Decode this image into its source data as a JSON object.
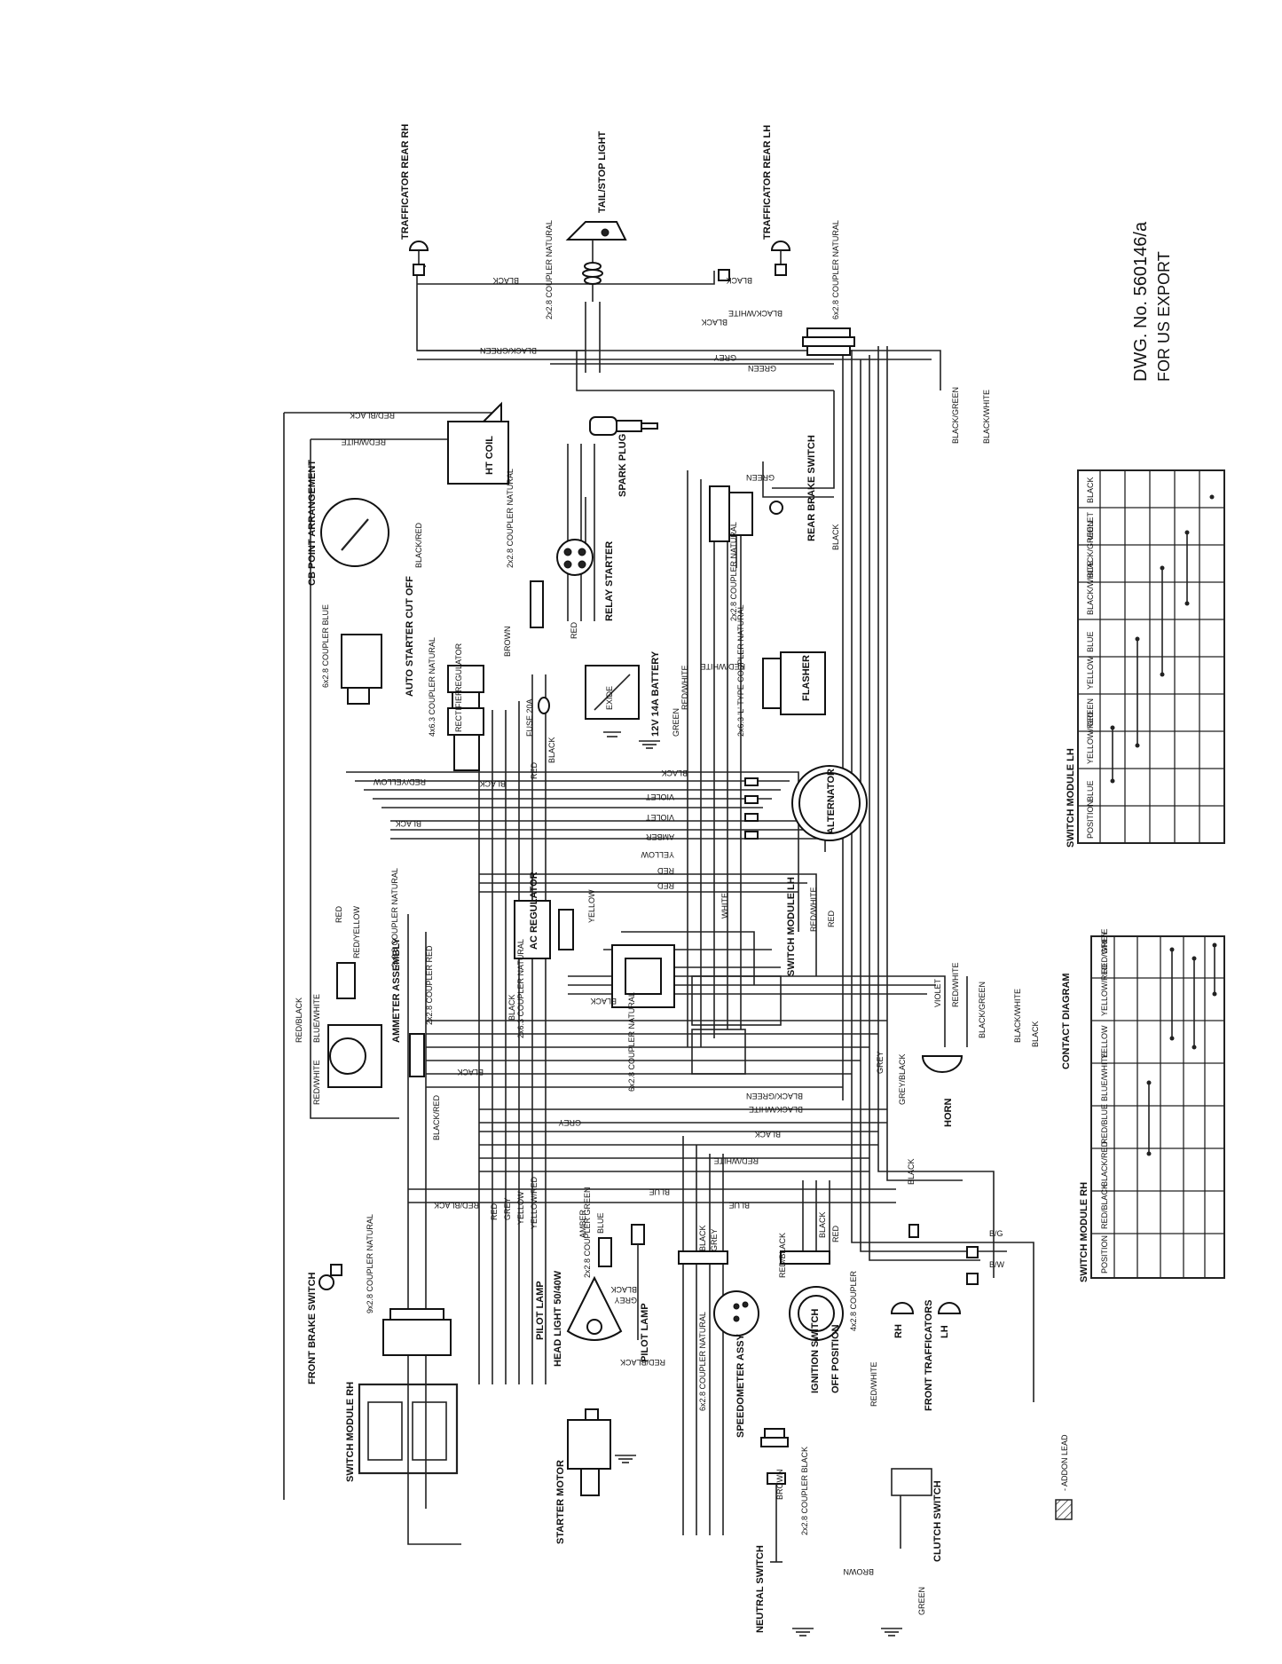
{
  "drawing": {
    "number": "DWG. No. 560146/a",
    "subtitle": "FOR US EXPORT",
    "contact_title": "CONTACT DIAGRAM",
    "legend_addon": "- ADDON LEAD"
  },
  "components": {
    "trafficator_rear_rh": "TRAFFICATOR REAR RH",
    "trafficator_rear_lh": "TRAFFICATOR REAR LH",
    "tail_stop_light": "TAIL/STOP LIGHT",
    "coupler_tail": "2x2.8 COUPLER NATURAL",
    "coupler_rear": "6x2.8 COUPLER NATURAL",
    "ht_coil": "HT COIL",
    "spark_plug": "SPARK PLUG",
    "cb_point": "CB POINT ARRANGEMENT",
    "relay_starter": "RELAY STARTER",
    "coupler_relay": "2x2.8 COUPLER NATURAL",
    "rear_brake_switch": "REAR BRAKE SWITCH",
    "coupler_rear_brake": "2x2.8 COUPLER NATURAL",
    "auto_starter_cut_off": "AUTO STARTER CUT OFF",
    "coupler_auto_starter": "6x2.8 COUPLER BLUE",
    "regulator": "REGULATOR",
    "rectifier": "RECTIFIER",
    "coupler_regulator": "4x6.3 COUPLER NATURAL",
    "battery": "12V 14A BATTERY",
    "exide": "EXIDE",
    "fuse": "FUSE 20A",
    "flasher": "FLASHER",
    "coupler_flasher": "2x6.3 'L' TYPE COUPLER NATURAL",
    "alternator": "ALTERNATOR",
    "ac_regulator": "AC REGULATOR",
    "coupler_ac_reg": "2x6.3 COUPLER NATURAL",
    "switch_module_lh": "SWITCH MODULE LH",
    "coupler_switch_lh": "6x2.8 COUPLER NATURAL",
    "ammeter": "AMMETER ASSEMBLY",
    "coupler_ammeter_red": "2x2.8 COUPLER RED",
    "coupler_ammeter_nat": "2x2.8 COUPLER NATURAL",
    "horn": "HORN",
    "front_brake_switch": "FRONT BRAKE SWITCH",
    "coupler_9x": "9x2.8 COUPLER NATURAL",
    "switch_module_rh": "SWITCH MODULE RH",
    "starter_motor": "STARTER MOTOR",
    "pilot_lamp": "PILOT LAMP",
    "head_light": "HEAD LIGHT 50/40W",
    "coupler_head": "2x2.8 COUPLER GREEN",
    "coupler_speedo": "6x2.8 COUPLER NATURAL",
    "speedometer": "SPEEDOMETER ASSY",
    "ignition_switch": "IGNITION SWITCH",
    "off_position": "OFF POSITION",
    "coupler_ignition": "4x2.8 COUPLER",
    "front_trafficators": "FRONT TRAFFICATORS",
    "rh": "RH",
    "lh": "LH",
    "neutral_switch": "NEUTRAL SWITCH",
    "coupler_neutral": "2x2.8 COUPLER BLACK",
    "clutch_switch": "CLUTCH SWITCH"
  },
  "wires": {
    "black": "BLACK",
    "black_green": "BLACK/GREEN",
    "grey": "GREY",
    "green": "GREEN",
    "black_white": "BLACK/WHITE",
    "red_black": "RED/BLACK",
    "red_white": "RED/WHITE",
    "black_red": "BLACK/RED",
    "brown": "BROWN",
    "red": "RED",
    "red_yellow": "RED/YELLOW",
    "violet": "VIOLET",
    "amber": "AMBER",
    "yellow": "YELLOW",
    "white": "WHITE",
    "blue": "BLUE",
    "blue_white": "BLUE/WHITE",
    "yellow_red": "YELLOW/RED",
    "grey_black": "GREY/BLACK",
    "bg": "B/G",
    "bw": "B/W"
  },
  "switch_module_lh_table": {
    "title": "SWITCH MODULE LH",
    "headers": [
      "POSITION",
      "BLUE",
      "YELLOW/RED",
      "GREEN",
      "YELLOW",
      "BLUE",
      "BLACK/WHITE",
      "BLACK/GREEN",
      "VIOLET",
      "BLACK"
    ]
  },
  "switch_module_rh_table": {
    "title": "SWITCH MODULE RH",
    "headers": [
      "POSITION",
      "RED/BLACK",
      "BLACK/RED",
      "RED/BLUE",
      "BLUE/WHITE",
      "YELLOW",
      "YELLOW/RED",
      "RED/WHITE",
      "GREY"
    ]
  }
}
